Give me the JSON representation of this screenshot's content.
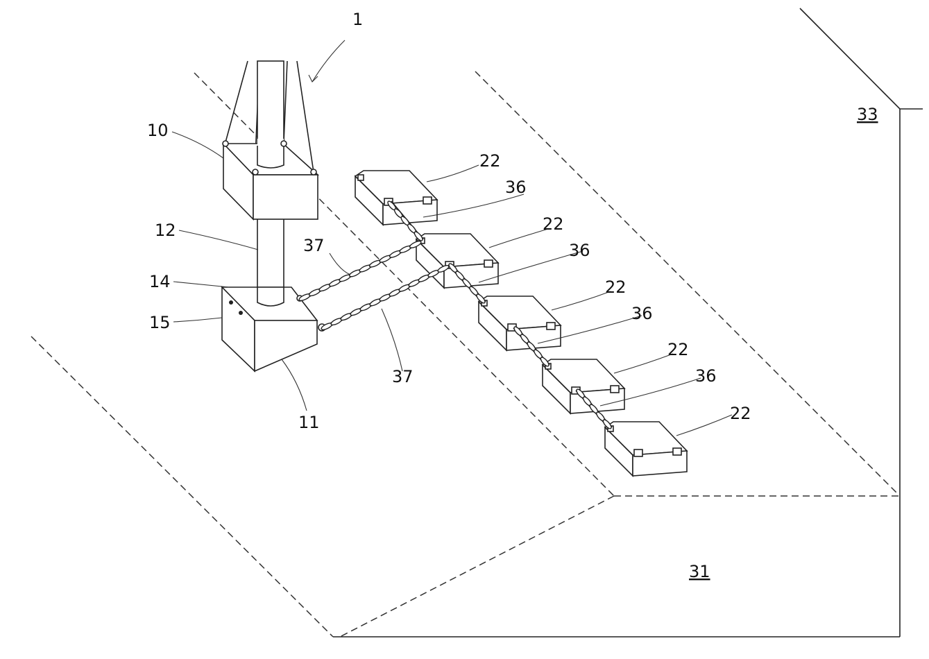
{
  "figure": {
    "labels": {
      "l1": "1",
      "l10": "10",
      "l12": "12",
      "l14": "14",
      "l15": "15",
      "l11": "11",
      "l37a": "37",
      "l37b": "37",
      "l22a": "22",
      "l22b": "22",
      "l22c": "22",
      "l22d": "22",
      "l22e": "22",
      "l36a": "36",
      "l36b": "36",
      "l36c": "36",
      "l36d": "36",
      "l31": "31",
      "l33": "33"
    }
  }
}
